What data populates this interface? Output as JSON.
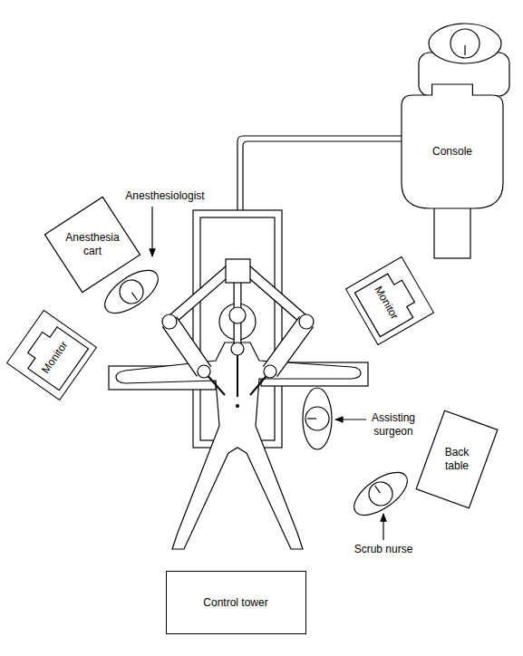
{
  "diagram": {
    "nodes": [
      {
        "text": [
          "Console"
        ]
      },
      {
        "text": [
          "Anesthesia cart"
        ]
      },
      {
        "text": [
          "Monitor"
        ]
      },
      {
        "text": [
          "Monitor"
        ]
      },
      {
        "text": [
          "Back table"
        ]
      },
      {
        "text": [
          "Control tower"
        ]
      }
    ],
    "labels": [
      "Anesthesiologist",
      "Assisting surgeon",
      "Scrub nurse"
    ]
  }
}
